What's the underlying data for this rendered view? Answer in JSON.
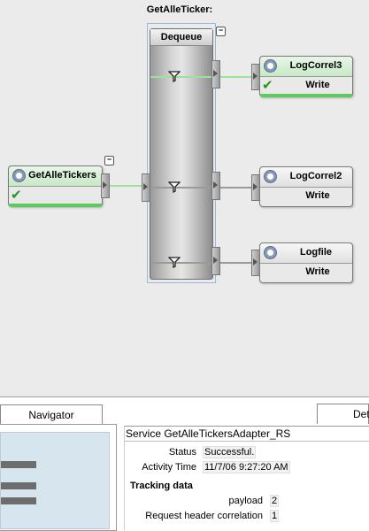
{
  "orchestration": {
    "lane_title": "GetAlleTicker:",
    "router_label": "Dequeue",
    "collapse_symbol": "−",
    "source_node": {
      "name": "GetAlleTickers"
    },
    "targets": [
      {
        "name": "LogCorrel3",
        "operation": "Write",
        "status": "success"
      },
      {
        "name": "LogCorrel2",
        "operation": "Write",
        "status": ""
      },
      {
        "name": "Logfile",
        "operation": "Write",
        "status": ""
      }
    ],
    "colors": {
      "active_link": "#9be39b",
      "inactive_link": "#9a9a9a",
      "success_check": "#1a9c1a"
    }
  },
  "panels": {
    "navigator_tab": "Navigator",
    "details_tab": "Det",
    "service_title": "Service GetAlleTickersAdapter_RS",
    "status_label": "Status",
    "status_value": "Successful.",
    "activity_label": "Activity Time",
    "activity_value": "11/7/06 9:27:20 AM",
    "tracking_title": "Tracking data",
    "tracking": [
      {
        "label": "payload",
        "value": "2"
      },
      {
        "label": "Request header correlation",
        "value": "1"
      }
    ]
  },
  "icons": [
    "gear-icon",
    "check-icon",
    "filter-icon",
    "collapse-icon",
    "port-arrow-icon"
  ]
}
